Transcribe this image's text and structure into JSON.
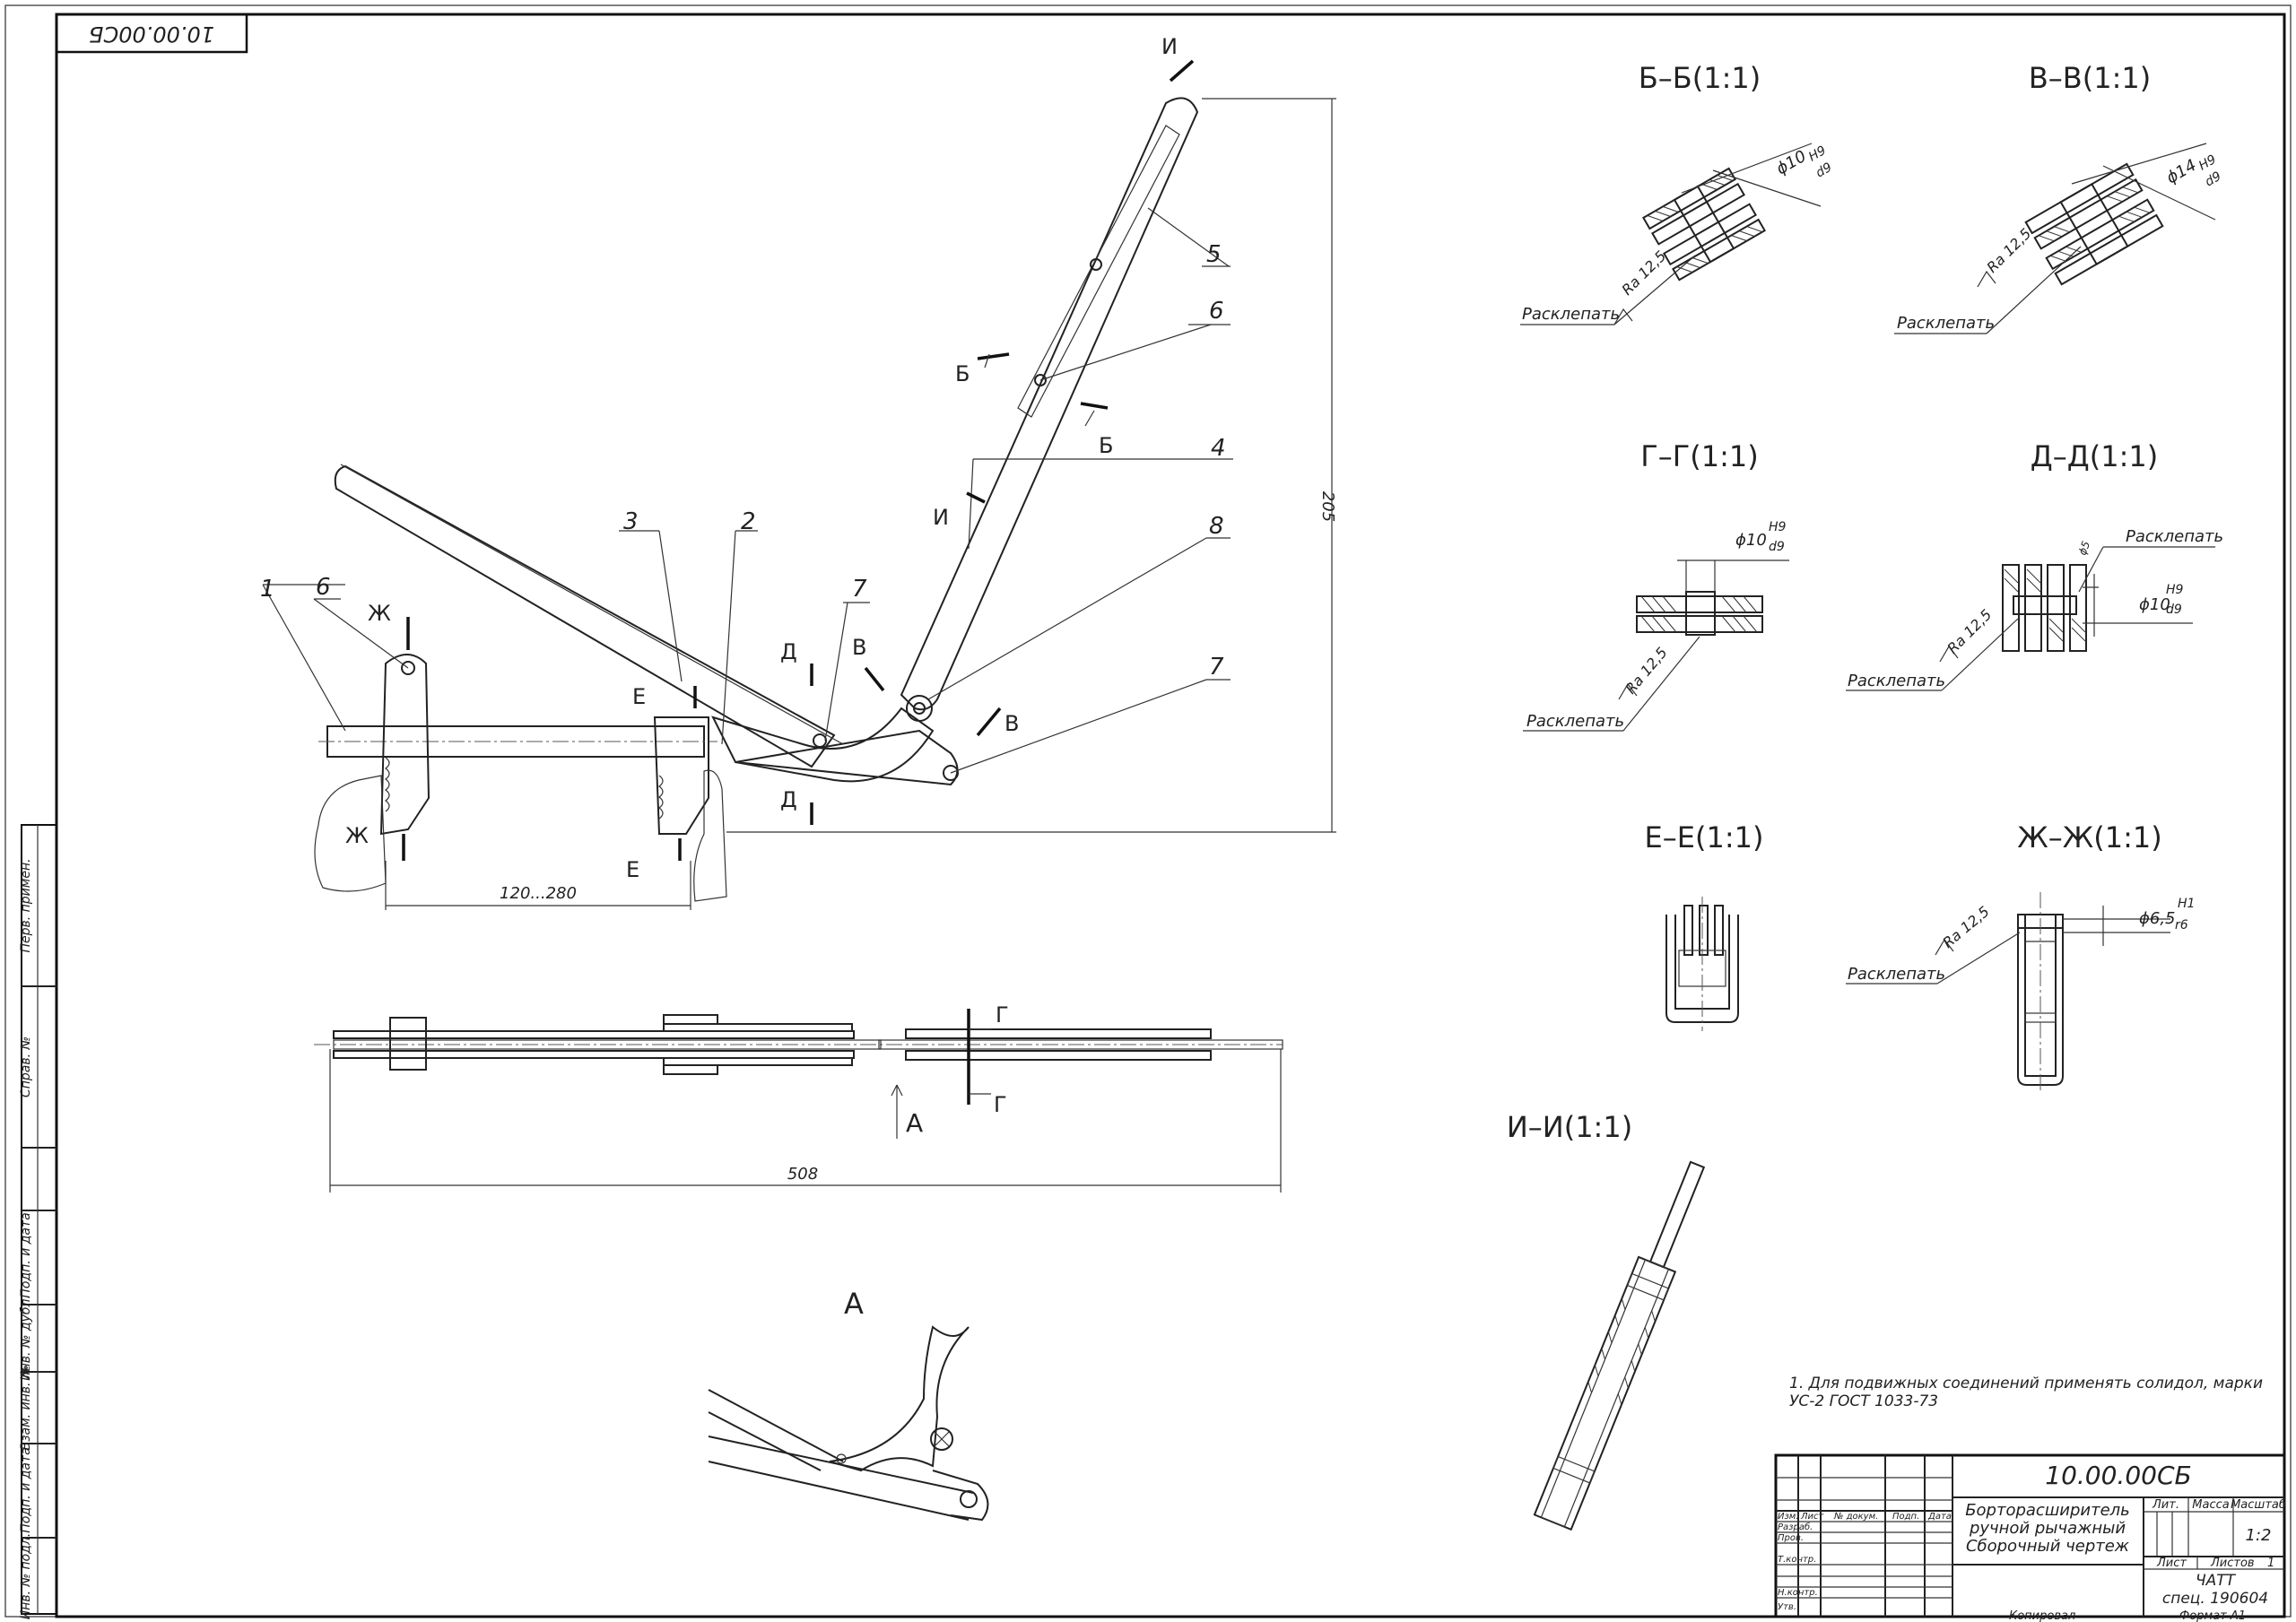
{
  "drawing": {
    "code_top": "10.00.00СБ",
    "code_stamp": "10.00.00СБ",
    "title_lines": [
      "Борторасширитель",
      "ручной рычажный",
      "Сборочный чертеж"
    ],
    "note": "1. Для подвижных соединений применять солидол, марки УС-2 ГОСТ 1033-73",
    "org_line1": "ЧАТТ",
    "org_line2": "спец. 190604",
    "sheet_num": "1",
    "scale": "1:2",
    "copied": "Копировал",
    "format": "Формат   А1"
  },
  "stamp_headers": {
    "izm": "Изм.",
    "list": "Лист",
    "doc": "№ докум.",
    "sign": "Подп.",
    "date": "Дата",
    "lit": "Лит.",
    "mass": "Масса",
    "scale": "Масштаб",
    "sheet": "Лист",
    "sheets": "Листов",
    "roles": [
      "Разраб.",
      "Пров.",
      "Т.контр.",
      "",
      "Н.контр.",
      "Утв."
    ]
  },
  "side_stamp": [
    "Перв. примен.",
    "Справ. №",
    "Подп. и дата",
    "Инв. № дубл.",
    "Взам. инв. №",
    "Подп. и дата",
    "Инв. № подл."
  ],
  "dimensions": {
    "width_span": "120...280",
    "length": "508",
    "height": "205"
  },
  "part_labels": [
    "1",
    "2",
    "3",
    "4",
    "5",
    "6",
    "6",
    "7",
    "7",
    "8"
  ],
  "section_marks": {
    "I": "И",
    "B": "Б",
    "V": "В",
    "G": "Г",
    "D": "Д",
    "E": "Е",
    "Zh": "Ж",
    "A": "А"
  },
  "view_A_title": "А",
  "sections": [
    {
      "title": "Б–Б(1:1)",
      "fit": "ϕ10",
      "fit_up": "H9",
      "fit_dn": "d9",
      "ra": "Ra 12,5",
      "note": "Расклепать"
    },
    {
      "title": "В–В(1:1)",
      "fit": "ϕ14",
      "fit_up": "H9",
      "fit_dn": "d9",
      "ra": "Ra 12,5",
      "note": "Расклепать"
    },
    {
      "title": "Г–Г(1:1)",
      "fit": "ϕ10",
      "fit_up": "H9",
      "fit_dn": "d9",
      "ra": "Ra 12,5",
      "note": "Расклепать"
    },
    {
      "title": "Д–Д(1:1)",
      "fit": "ϕ10",
      "fit_up": "H9",
      "fit_dn": "d9",
      "ra": "Ra 12,5",
      "note": "Расклепать",
      "small": "ϕ5"
    },
    {
      "title": "Е–Е(1:1)"
    },
    {
      "title": "Ж–Ж(1:1)",
      "fit": "ϕ6,5",
      "fit_up": "H1",
      "fit_dn": "r6",
      "ra": "Ra 12,5",
      "note": "Расклепать"
    },
    {
      "title": "И–И(1:1)"
    }
  ]
}
